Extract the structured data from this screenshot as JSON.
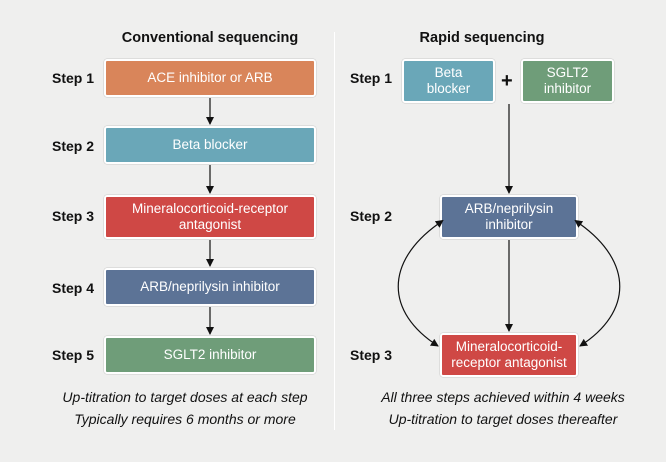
{
  "left": {
    "heading": "Conventional sequencing",
    "steps": [
      {
        "label": "Step 1",
        "box": "ACE inhibitor or ARB",
        "color": "#d9855a"
      },
      {
        "label": "Step 2",
        "box": "Beta blocker",
        "color": "#6aa7b8"
      },
      {
        "label": "Step 3",
        "box": "Mineralocorticoid-receptor\nantagonist",
        "color": "#cf4845"
      },
      {
        "label": "Step 4",
        "box": "ARB/neprilysin inhibitor",
        "color": "#5c7396"
      },
      {
        "label": "Step 5",
        "box": "SGLT2 inhibitor",
        "color": "#6f9d79"
      }
    ],
    "note_line1": "Up-titration to target doses at each step",
    "note_line2": "Typically requires 6 months or more"
  },
  "right": {
    "heading": "Rapid sequencing",
    "step1_label": "Step 1",
    "step2_label": "Step 2",
    "step3_label": "Step 3",
    "beta_blocker": "Beta\nblocker",
    "plus": "+",
    "sglt2": "SGLT2\ninhibitor",
    "arni": "ARB/neprilysin\ninhibitor",
    "mra": "Mineralocorticoid-\nreceptor antagonist",
    "note_line1": "All three steps achieved within 4 weeks",
    "note_line2": "Up-titration to target doses thereafter"
  },
  "colors": {
    "orange": "#d9855a",
    "teal": "#6aa7b8",
    "red": "#cf4845",
    "slate": "#5c7396",
    "green": "#6f9d79"
  }
}
